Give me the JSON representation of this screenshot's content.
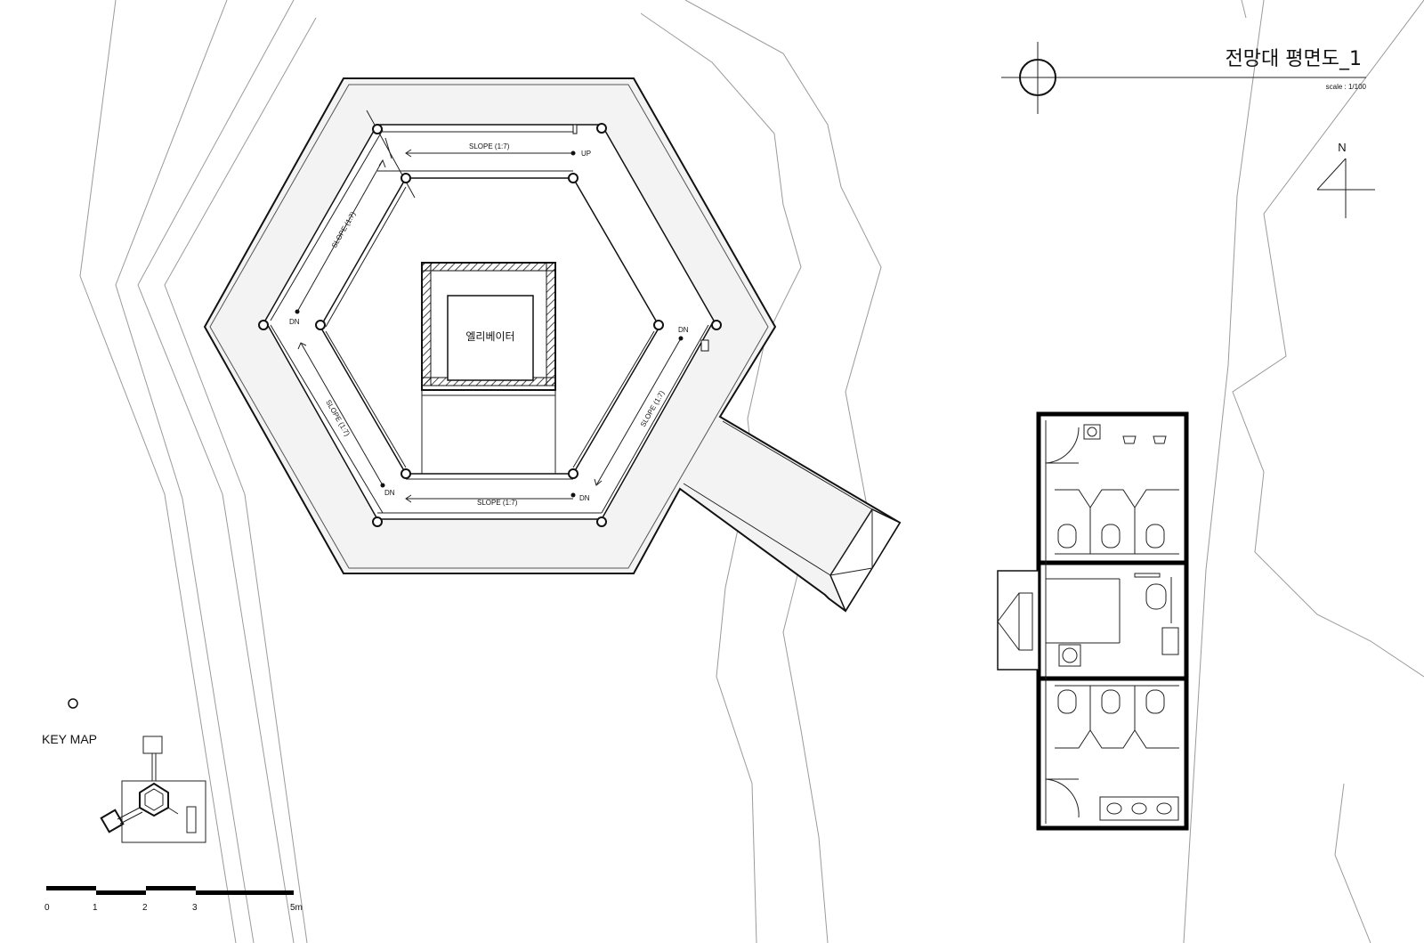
{
  "title": "전망대 평면도_1",
  "scale_note": "scale : 1/100",
  "north_label": "N",
  "elevator_label": "엘리베이터",
  "ramps": {
    "slope_top": "SLOPE (1:7)",
    "slope_bottom": "SLOPE (1:7)",
    "slope_upper_left": "SLOPE (1:7)",
    "slope_lower_left": "SLOPE (1:7)",
    "slope_right": "SLOPE (1:7)",
    "up": "UP",
    "dn_left": "DN",
    "dn_right": "DN",
    "dn_bottom_left": "DN",
    "dn_bottom_right": "DN"
  },
  "key_map_label": "KEY MAP",
  "scale_bar": [
    "0",
    "1",
    "2",
    "3",
    "5m"
  ]
}
